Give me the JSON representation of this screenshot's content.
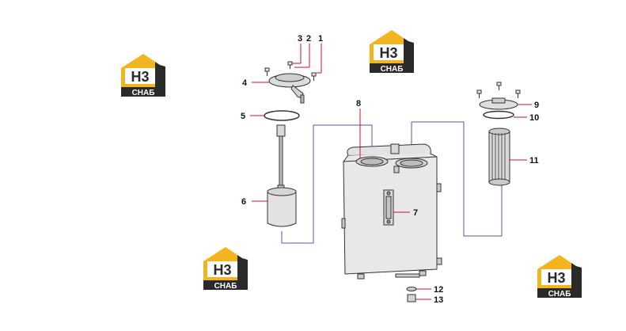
{
  "brand": {
    "logo_mark": "H3",
    "logo_text": "СНАБ",
    "colors": {
      "yellow": "#f2b51f",
      "dark": "#2a2a2a",
      "white": "#ffffff"
    }
  },
  "diagram": {
    "callouts": [
      "1",
      "2",
      "3",
      "4",
      "5",
      "6",
      "7",
      "8",
      "9",
      "10",
      "11",
      "12",
      "13"
    ],
    "colors": {
      "leader_line": "#c8102e",
      "connector_line": "#4a5ab0",
      "part_stroke": "#333333",
      "part_fill": "#e6e6e6"
    }
  }
}
